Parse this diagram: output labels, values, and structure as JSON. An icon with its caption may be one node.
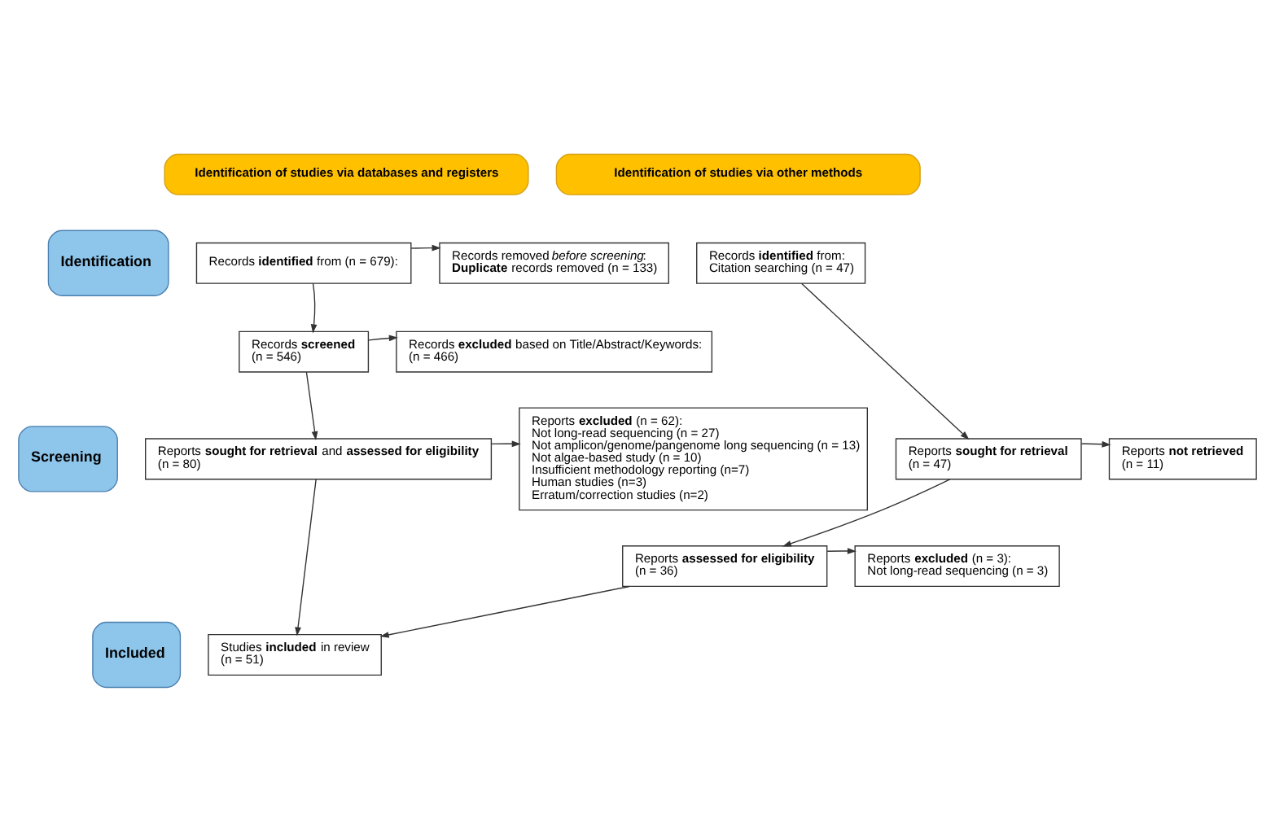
{
  "diagram": {
    "nodes": [
      {
        "text": [
          "Identification of studies via databases and registers"
        ]
      },
      {
        "text": [
          "Identification of studies via other methods"
        ]
      },
      {
        "text": [
          "Identification"
        ]
      },
      {
        "text": [
          "Records **identified** from (n = 679):"
        ]
      },
      {
        "text": [
          "Records removed *before screening*:",
          "**Duplicate** records removed (n = 133)"
        ]
      },
      {
        "text": [
          "Records **identified** from:",
          "Citation searching (n = 47)"
        ]
      },
      {
        "text": [
          "Records **screened**",
          "(n = 546)"
        ]
      },
      {
        "text": [
          "Records **excluded** based on Title/Abstract/Keywords:",
          "(n = 466)"
        ]
      },
      {
        "text": [
          "Screening"
        ]
      },
      {
        "text": [
          "Reports **sought for retrieval** and **assessed for eligibility**",
          "(n = 80)"
        ]
      },
      {
        "text": [
          "Reports **excluded** (n = 62):",
          "Not long-read sequencing (n = 27)",
          "Not amplicon/genome/pangenome long sequencing (n = 13)",
          "Not algae-based study (n = 10)",
          "Insufficient methodology reporting (n=7)",
          "Human studies (n=3)",
          "Erratum/correction studies (n=2)"
        ]
      },
      {
        "text": [
          "Reports **sought for retrieval**",
          "(n = 47)"
        ]
      },
      {
        "text": [
          "Reports **not retrieved**",
          "(n = 11)"
        ]
      },
      {
        "text": [
          "Reports **assessed for eligibility**",
          "(n = 36)"
        ]
      },
      {
        "text": [
          "Reports **excluded** (n = 3):",
          "Not long-read sequencing (n = 3)"
        ]
      },
      {
        "text": [
          "Included"
        ]
      },
      {
        "text": [
          "Studies **included** in review",
          "(n = 51)"
        ]
      }
    ],
    "edges": [
      {
        "from": 3,
        "to": 4,
        "arrow": "to"
      },
      {
        "from": 3,
        "to": 6,
        "arrow": "to"
      },
      {
        "from": 6,
        "to": 7,
        "arrow": "to"
      },
      {
        "from": 6,
        "to": 9,
        "arrow": "to"
      },
      {
        "from": 9,
        "to": 10,
        "arrow": "to"
      },
      {
        "from": 9,
        "to": 16,
        "arrow": "to"
      },
      {
        "from": 5,
        "to": 11,
        "arrow": "to"
      },
      {
        "from": 11,
        "to": 12,
        "arrow": "to"
      },
      {
        "from": 11,
        "to": 13,
        "arrow": "to"
      },
      {
        "from": 13,
        "to": 14,
        "arrow": "to"
      },
      {
        "from": 13,
        "to": 16,
        "arrow": "to"
      }
    ]
  }
}
